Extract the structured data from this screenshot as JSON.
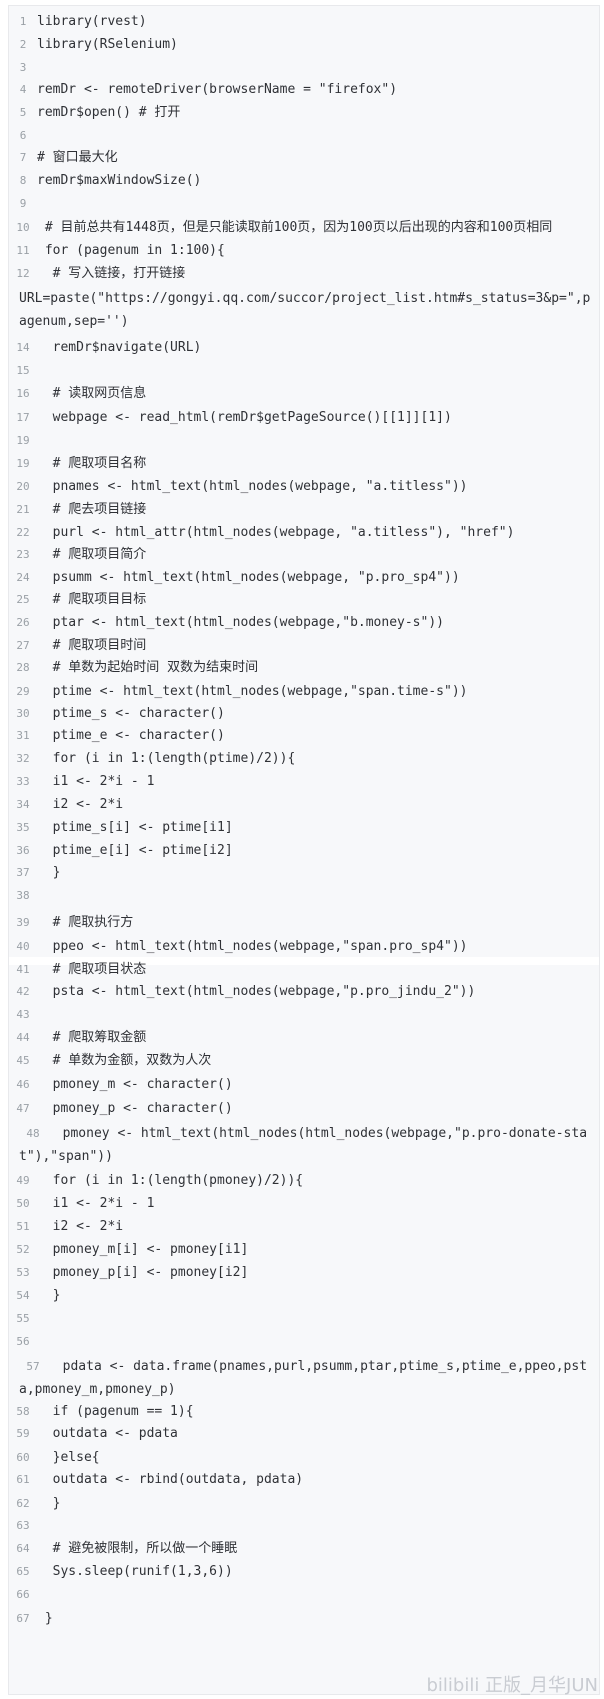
{
  "code_lines": [
    {
      "n": "1",
      "text": "library(rvest)"
    },
    {
      "n": "2",
      "text": "library(RSelenium)"
    },
    {
      "n": "3",
      "text": ""
    },
    {
      "n": "4",
      "text": "remDr <- remoteDriver(browserName = \"firefox\")"
    },
    {
      "n": "5",
      "text": "remDr$open() # 打开"
    },
    {
      "n": "6",
      "text": ""
    },
    {
      "n": "7",
      "text": "# 窗口最大化"
    },
    {
      "n": "8",
      "text": "remDr$maxWindowSize()"
    },
    {
      "n": "9",
      "text": ""
    },
    {
      "n": "10",
      "text": " # 目前总共有1448页，但是只能读取前100页，因为100页以后出现的内容和100页相同"
    },
    {
      "n": "11",
      "text": " for (pagenum in 1:100){"
    },
    {
      "n": "12",
      "text": "  # 写入链接，打开链接"
    },
    {
      "n": "",
      "text": "URL=paste(\"https://gongyi.qq.com/succor/project_list.htm#s_status=3&p=\",pagenum,sep='')"
    },
    {
      "n": "14",
      "text": "  remDr$navigate(URL)"
    },
    {
      "n": "15",
      "text": ""
    },
    {
      "n": "16",
      "text": "  # 读取网页信息"
    },
    {
      "n": "17",
      "text": "  webpage <- read_html(remDr$getPageSource()[[1]][1])"
    },
    {
      "n": "19",
      "text": ""
    },
    {
      "n": "19",
      "text": "  # 爬取项目名称"
    },
    {
      "n": "20",
      "text": "  pnames <- html_text(html_nodes(webpage, \"a.titless\"))"
    },
    {
      "n": "21",
      "text": "  # 爬去项目链接"
    },
    {
      "n": "22",
      "text": "  purl <- html_attr(html_nodes(webpage, \"a.titless\"), \"href\")"
    },
    {
      "n": "23",
      "text": "  # 爬取项目简介"
    },
    {
      "n": "24",
      "text": "  psumm <- html_text(html_nodes(webpage, \"p.pro_sp4\"))"
    },
    {
      "n": "25",
      "text": "  # 爬取项目目标"
    },
    {
      "n": "26",
      "text": "  ptar <- html_text(html_nodes(webpage,\"b.money-s\"))"
    },
    {
      "n": "27",
      "text": "  # 爬取项目时间"
    },
    {
      "n": "28",
      "text": "  # 单数为起始时间 双数为结束时间"
    },
    {
      "n": "29",
      "text": "  ptime <- html_text(html_nodes(webpage,\"span.time-s\"))"
    },
    {
      "n": "30",
      "text": "  ptime_s <- character()"
    },
    {
      "n": "31",
      "text": "  ptime_e <- character()"
    },
    {
      "n": "32",
      "text": "  for (i in 1:(length(ptime)/2)){"
    },
    {
      "n": "33",
      "text": "  i1 <- 2*i - 1"
    },
    {
      "n": "34",
      "text": "  i2 <- 2*i"
    },
    {
      "n": "35",
      "text": "  ptime_s[i] <- ptime[i1]"
    },
    {
      "n": "36",
      "text": "  ptime_e[i] <- ptime[i2]"
    },
    {
      "n": "37",
      "text": "  }"
    },
    {
      "n": "38",
      "text": ""
    },
    {
      "n": "39",
      "text": "  # 爬取执行方"
    },
    {
      "n": "40",
      "text": "  ppeo <- html_text(html_nodes(webpage,\"span.pro_sp4\"))"
    },
    {
      "n": "41",
      "text": "  # 爬取项目状态"
    },
    {
      "n": "42",
      "text": "  psta <- html_text(html_nodes(webpage,\"p.pro_jindu_2\"))"
    },
    {
      "n": "43",
      "text": ""
    },
    {
      "n": "44",
      "text": "  # 爬取筹取金额"
    },
    {
      "n": "45",
      "text": "  # 单数为金额，双数为人次"
    },
    {
      "n": "46",
      "text": "  pmoney_m <- character()"
    },
    {
      "n": "47",
      "text": "  pmoney_p <- character()"
    },
    {
      "n": "48",
      "text": "  pmoney <- html_text(html_nodes(html_nodes(webpage,\"p.pro-donate-stat\"),\"span\"))"
    },
    {
      "n": "49",
      "text": "  for (i in 1:(length(pmoney)/2)){"
    },
    {
      "n": "50",
      "text": "  i1 <- 2*i - 1"
    },
    {
      "n": "51",
      "text": "  i2 <- 2*i"
    },
    {
      "n": "52",
      "text": "  pmoney_m[i] <- pmoney[i1]"
    },
    {
      "n": "53",
      "text": "  pmoney_p[i] <- pmoney[i2]"
    },
    {
      "n": "54",
      "text": "  }"
    },
    {
      "n": "55",
      "text": ""
    },
    {
      "n": "56",
      "text": ""
    },
    {
      "n": "57",
      "text": "  pdata <- data.frame(pnames,purl,psumm,ptar,ptime_s,ptime_e,ppeo,psta,pmoney_m,pmoney_p)"
    },
    {
      "n": "58",
      "text": "  if (pagenum == 1){"
    },
    {
      "n": "59",
      "text": "  outdata <- pdata"
    },
    {
      "n": "60",
      "text": "  }else{"
    },
    {
      "n": "61",
      "text": "  outdata <- rbind(outdata, pdata)"
    },
    {
      "n": "62",
      "text": "  }"
    },
    {
      "n": "63",
      "text": ""
    },
    {
      "n": "64",
      "text": "  # 避免被限制，所以做一个睡眠"
    },
    {
      "n": "65",
      "text": "  Sys.sleep(runif(1,3,6))"
    },
    {
      "n": "66",
      "text": ""
    },
    {
      "n": "67",
      "text": " }"
    }
  ],
  "watermark": "bilibili 正版_月华JUN"
}
